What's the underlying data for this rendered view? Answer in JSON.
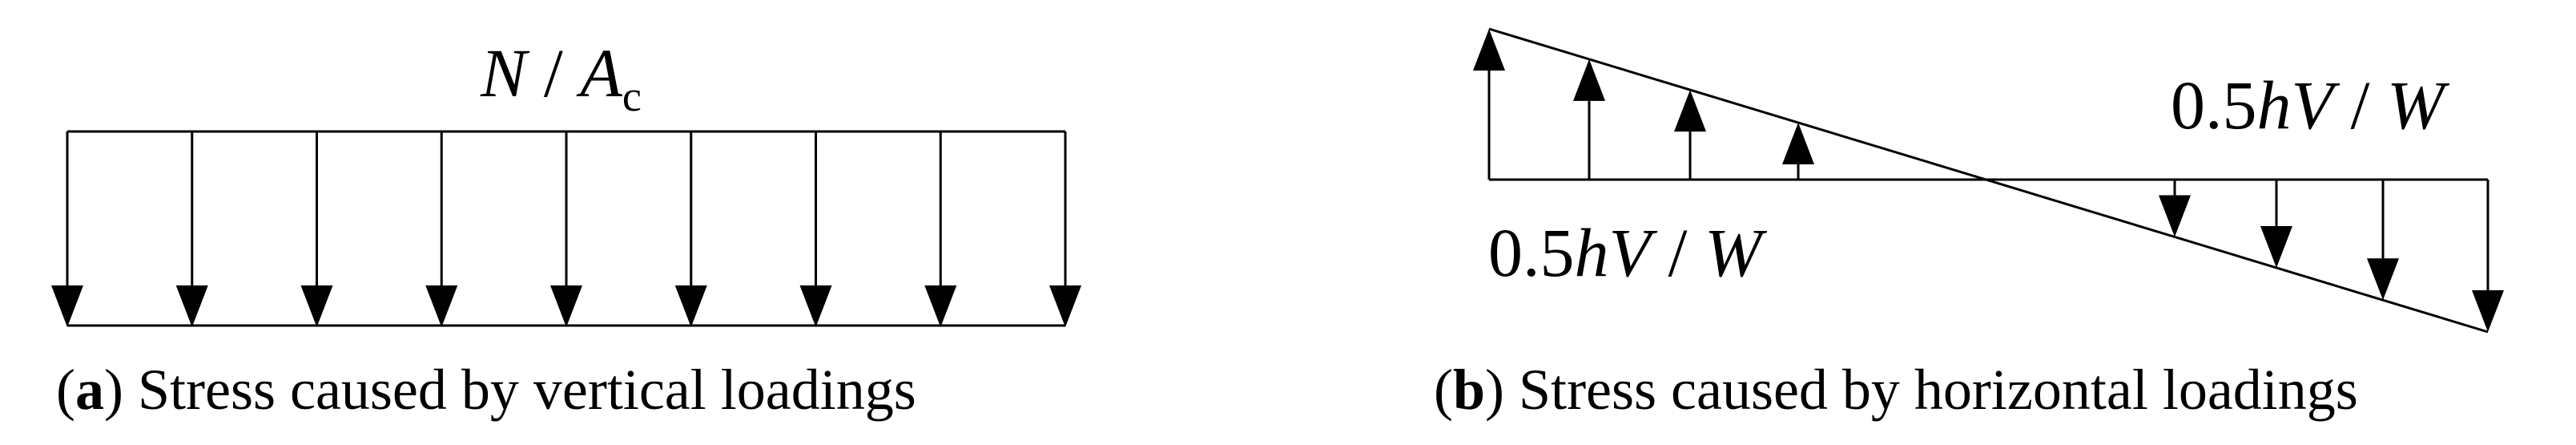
{
  "panel_a": {
    "formula": {
      "n": "N",
      "sep": " / ",
      "a": "A",
      "sub": "c"
    },
    "arrow_count": 9,
    "caption": {
      "letter": "a",
      "text": " Stress caused by vertical loadings"
    }
  },
  "panel_b": {
    "label_right": {
      "num": "0.5",
      "vars": "hV",
      "sep": " / ",
      "den": "W"
    },
    "label_left": {
      "num": "0.5",
      "vars": "hV",
      "sep": " / ",
      "den": "W"
    },
    "up_arrow_count": 4,
    "down_arrow_count": 4,
    "caption": {
      "letter": "b",
      "text": " Stress caused by horizontal loadings"
    }
  },
  "colors": {
    "ink": "#000000",
    "background": "#ffffff"
  }
}
